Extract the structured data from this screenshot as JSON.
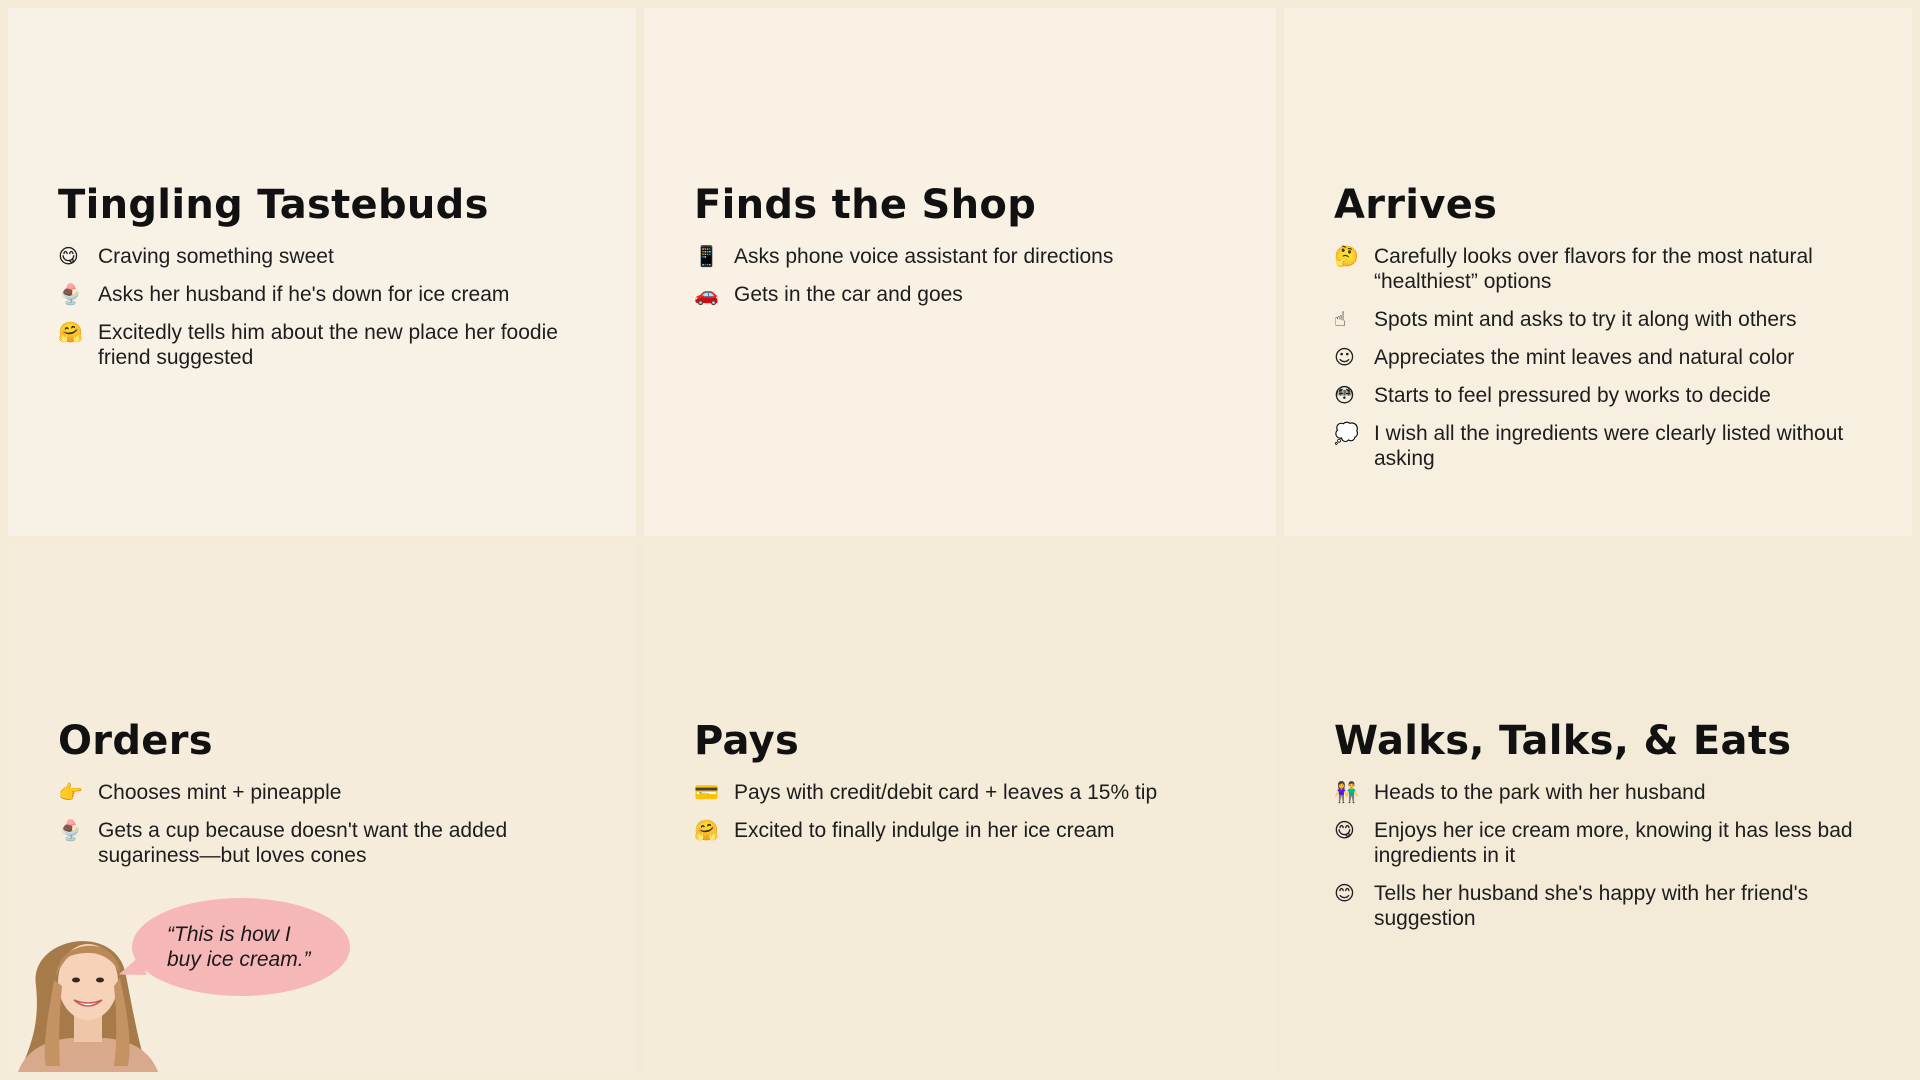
{
  "panels": [
    {
      "title": "Tingling Tastebuds",
      "items": [
        {
          "icon": "😋",
          "icon_name": "yum-face-icon",
          "text": "Craving something sweet"
        },
        {
          "icon": "🍨",
          "icon_name": "ice-cream-cup-icon",
          "text": "Asks her husband if he's down for ice cream"
        },
        {
          "icon": "🤗",
          "icon_name": "hugging-face-icon",
          "text": "Excitedly tells him about the new place her foodie friend suggested"
        }
      ]
    },
    {
      "title": "Finds the Shop",
      "items": [
        {
          "icon": "📱",
          "icon_name": "phone-icon",
          "text": "Asks phone voice assistant for directions"
        },
        {
          "icon": "🚗",
          "icon_name": "car-icon",
          "text": "Gets in the car and goes"
        }
      ]
    },
    {
      "title": "Arrives",
      "items": [
        {
          "icon": "🤔",
          "icon_name": "thinking-face-icon",
          "text": "Carefully looks over flavors for the most natural “healthiest” options"
        },
        {
          "icon": "☝",
          "icon_name": "point-up-icon",
          "text": "Spots mint and asks to try it along with others"
        },
        {
          "icon": "☺",
          "icon_name": "smiling-face-icon",
          "text": "Appreciates the mint leaves and natural color"
        },
        {
          "icon": "😳",
          "icon_name": "flushed-face-icon",
          "text": "Starts to feel pressured by works to decide"
        },
        {
          "icon": "💭",
          "icon_name": "thought-bubble-icon",
          "text": "I wish all the ingredients were clearly listed without asking"
        }
      ]
    },
    {
      "title": "Orders",
      "items": [
        {
          "icon": "👉",
          "icon_name": "point-right-icon",
          "text": "Chooses mint + pineapple"
        },
        {
          "icon": "🍨",
          "icon_name": "ice-cream-cup-icon",
          "text": "Gets a cup because doesn't want the added sugariness—but loves cones"
        }
      ]
    },
    {
      "title": "Pays",
      "items": [
        {
          "icon": "💳",
          "icon_name": "credit-card-icon",
          "text": "Pays with credit/debit card + leaves a 15% tip"
        },
        {
          "icon": "🤗",
          "icon_name": "hugging-face-icon",
          "text": "Excited to finally indulge in her ice cream"
        }
      ]
    },
    {
      "title": "Walks, Talks, & Eats",
      "items": [
        {
          "icon": "👫",
          "icon_name": "couple-icon",
          "text": "Heads to the park with her husband"
        },
        {
          "icon": "😋",
          "icon_name": "yum-face-icon",
          "text": "Enjoys her ice cream more, knowing it has less bad ingredients in it"
        },
        {
          "icon": "😊",
          "icon_name": "smiling-face-icon",
          "text": "Tells her husband she's happy with her friend's suggestion"
        }
      ]
    }
  ],
  "quote": "“This is how I buy ice cream.”",
  "colors": {
    "background": "#f3ead8",
    "bubble": "#f5b7b7"
  }
}
